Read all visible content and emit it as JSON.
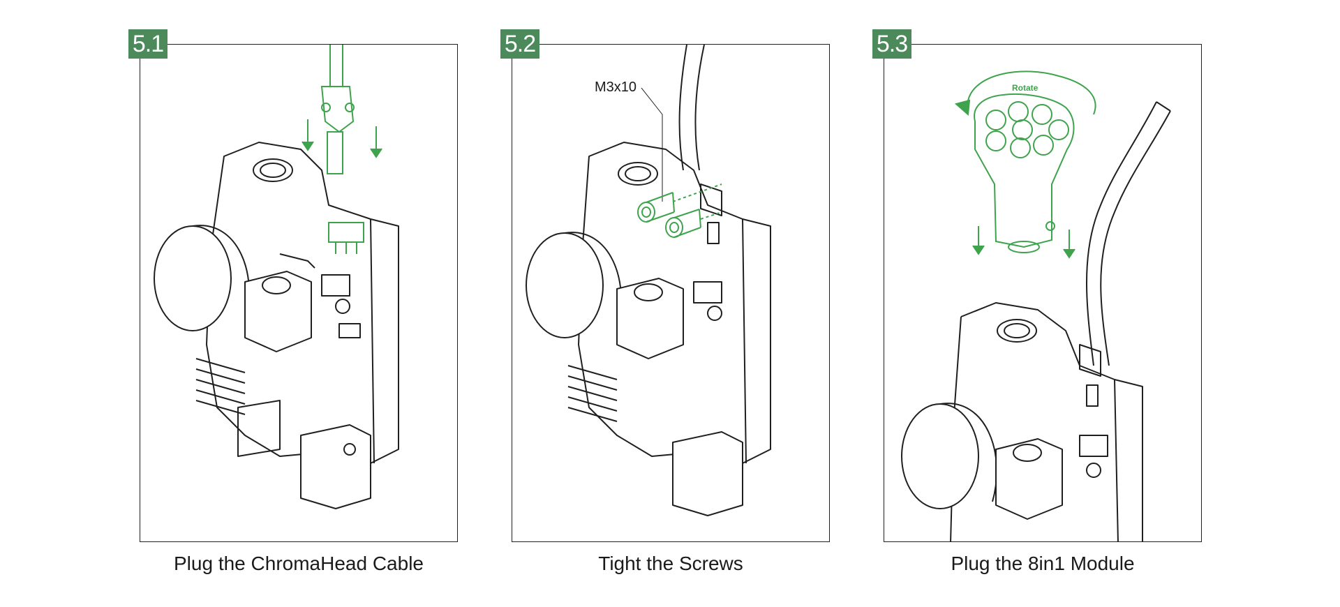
{
  "steps": [
    {
      "badge": "5.1",
      "caption": "Plug the ChromaHead Cable"
    },
    {
      "badge": "5.2",
      "caption": "Tight the Screws",
      "callout": "M3x10"
    },
    {
      "badge": "5.3",
      "caption": "Plug the 8in1 Module",
      "annotation": "Rotate"
    }
  ],
  "colors": {
    "accent": "#3fa34d",
    "badge": "#4d8a5b",
    "line": "#1f1f1f"
  }
}
